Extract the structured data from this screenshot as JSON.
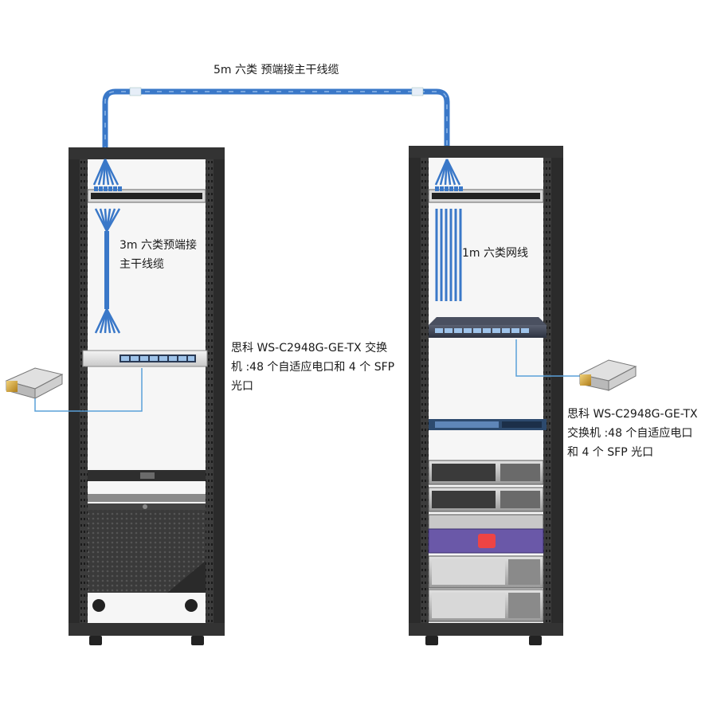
{
  "labels": {
    "trunk_top": "5m 六类 预端接主干线缆",
    "trunk_left_1": "3m  六类预端接",
    "trunk_left_2": "主干线缆",
    "patch_right": "1m  六类网线",
    "switch_left_1": "思科 WS-C2948G-GE-TX 交换",
    "switch_left_2": "机 :48 个自适应电口和 4 个 SFP",
    "switch_left_3": "光口",
    "switch_right_1": "思科 WS-C2948G-GE-TX",
    "switch_right_2": "交换机 :48 个自适应电口",
    "switch_right_3": "和 4 个 SFP 光口"
  },
  "colors": {
    "cable": "#3a78c8",
    "cable_tag": "#e6eef8",
    "rack": "#2b2b2b",
    "rail": "#4a4a4a",
    "callout_line": "#5aa0d8",
    "sfp_gold": "#d6a12a",
    "server_gray": "#cfcfcf"
  }
}
